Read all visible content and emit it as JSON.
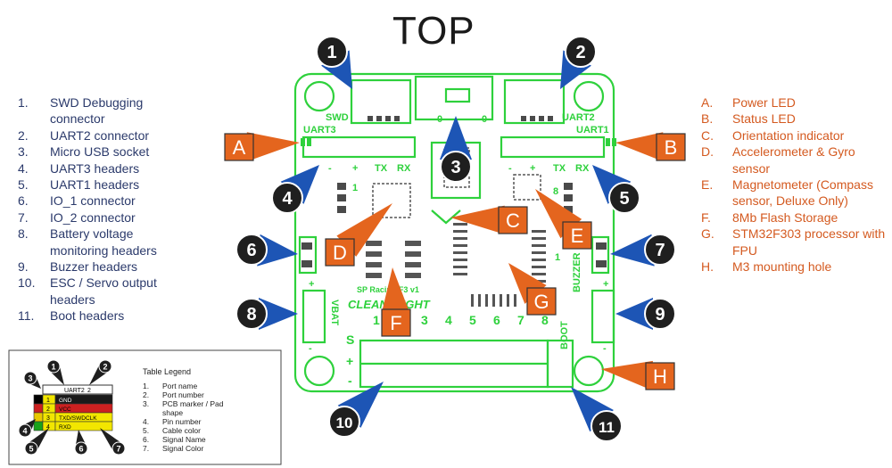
{
  "title": "TOP",
  "left_items": [
    {
      "num": "1.",
      "text": "SWD Debugging connector"
    },
    {
      "num": "2.",
      "text": "UART2 connector"
    },
    {
      "num": "3.",
      "text": "Micro USB socket"
    },
    {
      "num": "4.",
      "text": "UART3 headers"
    },
    {
      "num": "5.",
      "text": "UART1 headers"
    },
    {
      "num": "6.",
      "text": "IO_1 connector"
    },
    {
      "num": "7.",
      "text": "IO_2 connector"
    },
    {
      "num": "8.",
      "text": "Battery voltage monitoring headers"
    },
    {
      "num": "9.",
      "text": "Buzzer headers"
    },
    {
      "num": "10.",
      "text": "ESC / Servo output headers"
    },
    {
      "num": "11.",
      "text": "Boot headers"
    }
  ],
  "right_items": [
    {
      "num": "A.",
      "text": "Power LED"
    },
    {
      "num": "B.",
      "text": "Status LED"
    },
    {
      "num": "C.",
      "text": "Orientation indicator"
    },
    {
      "num": "D.",
      "text": "Accelerometer & Gyro sensor"
    },
    {
      "num": "E.",
      "text": "Magnetometer (Compass sensor, Deluxe Only)"
    },
    {
      "num": "F.",
      "text": "8Mb Flash Storage"
    },
    {
      "num": "G.",
      "text": "STM32F303 processor with FPU"
    },
    {
      "num": "H.",
      "text": "M3 mounting hole"
    }
  ],
  "board_labels": {
    "swd": "SWD",
    "uart2": "UART2",
    "uart3": "UART3",
    "uart1": "UART1",
    "minus": "-",
    "plus": "+",
    "tx": "TX",
    "rx": "RX",
    "vbat": "VBAT",
    "buzzer": "BUZZER",
    "boot": "BOOT",
    "s": "S",
    "zero": "0",
    "one": "1",
    "eight": "8",
    "outputs": [
      "1",
      "2",
      "3",
      "4",
      "5",
      "6",
      "7",
      "8"
    ],
    "board_name": "SP Racing F3 v1",
    "brand": "CLEANFLIGHT"
  },
  "markers_numbers": [
    "1",
    "2",
    "3",
    "4",
    "5",
    "6",
    "7",
    "8",
    "9",
    "10",
    "11"
  ],
  "markers_letters": [
    "A",
    "B",
    "C",
    "D",
    "E",
    "F",
    "G",
    "H"
  ],
  "table_legend": {
    "title": "Table Legend",
    "items": [
      {
        "num": "1.",
        "text": "Port name"
      },
      {
        "num": "2.",
        "text": "Port number"
      },
      {
        "num": "3.",
        "text": "PCB marker / Pad shape"
      },
      {
        "num": "4.",
        "text": "Pin number"
      },
      {
        "num": "5.",
        "text": "Cable color"
      },
      {
        "num": "6.",
        "text": "Signal Name"
      },
      {
        "num": "7.",
        "text": "Signal Color"
      }
    ],
    "example_header": "UART2",
    "example_header_num": "2",
    "example_rows": [
      {
        "pin": "1",
        "signal": "GND",
        "cable": "#000000",
        "sig": "#ffffff"
      },
      {
        "pin": "2",
        "signal": "VCC",
        "cable": "#cc2020",
        "sig": "#cc2020"
      },
      {
        "pin": "3",
        "signal": "TXD/SWDCLK",
        "cable": "#e8c800",
        "sig": "#f2e600"
      },
      {
        "pin": "4",
        "signal": "RXD",
        "cable": "#19a319",
        "sig": "#f2e600"
      }
    ],
    "example_markers": [
      "1",
      "2",
      "3",
      "4",
      "5",
      "6",
      "7"
    ]
  },
  "colors": {
    "pcb": "#2ed13c",
    "number_marker": "#1d55b5",
    "letter_marker": "#e4651e",
    "legend_left": "#2b3a6b",
    "legend_right": "#d45a20"
  }
}
